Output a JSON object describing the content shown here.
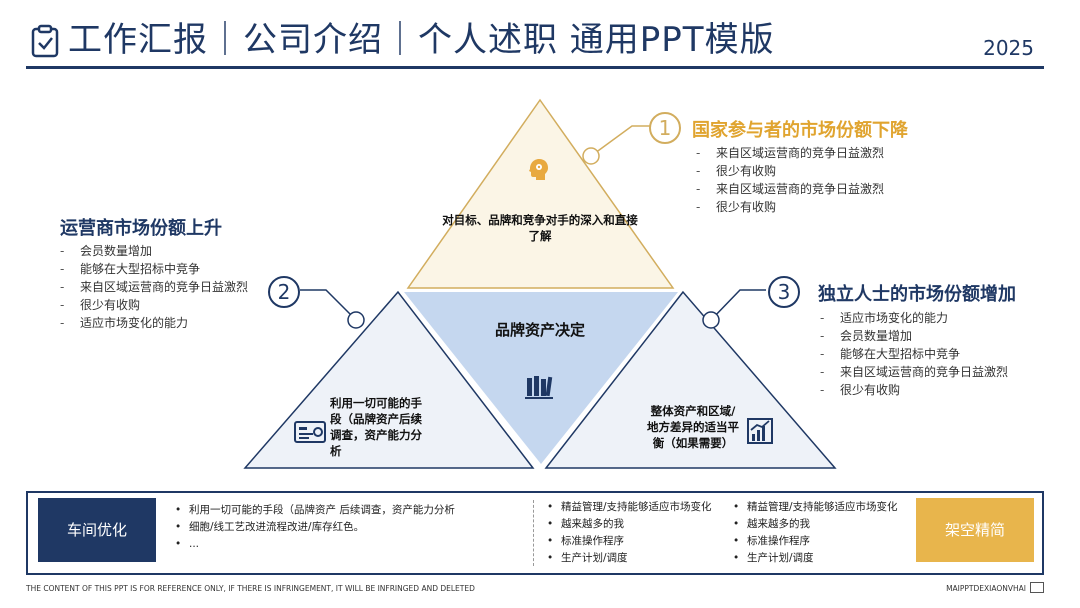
{
  "header": {
    "title": "工作汇报｜公司介绍｜个人述职 通用PPT模版",
    "year": "2025"
  },
  "sections": {
    "s1": {
      "number": "1",
      "title": "国家参与者的市场份额下降",
      "bullets": [
        "来自区域运营商的竞争日益激烈",
        "很少有收购",
        "来自区域运营商的竞争日益激烈",
        "很少有收购"
      ]
    },
    "s2": {
      "number": "2",
      "title": "运营商市场份额上升",
      "bullets": [
        "会员数量增加",
        "能够在大型招标中竞争",
        "来自区域运营商的竞争日益激烈",
        "很少有收购",
        "适应市场变化的能力"
      ]
    },
    "s3": {
      "number": "3",
      "title": "独立人士的市场份额增加",
      "bullets": [
        "适应市场变化的能力",
        "会员数量增加",
        "能够在大型招标中竞争",
        "来自区域运营商的竞争日益激烈",
        "很少有收购"
      ]
    }
  },
  "triangles": {
    "top_text": "对目标、品牌和竞争对手的深入和直接了解",
    "center_text": "品牌资产决定",
    "left_text": "利用一切可能的手段（品牌资产后续调查，资产能力分析",
    "right_text": "整体资产和区域/地方差异的适当平衡（如果需要）"
  },
  "bottom": {
    "left_box": "车间优化",
    "right_box": "架空精简",
    "col1": [
      "利用一切可能的手段（品牌资产 后续调查，资产能力分析",
      "细胞/线工艺改进流程改进/库存红色。",
      "..."
    ],
    "col2": [
      "精益管理/支持能够适应市场变化",
      "越来越多的我",
      "标准操作程序",
      "生产计划/调度"
    ],
    "col3": [
      "精益管理/支持能够适应市场变化",
      "越来越多的我",
      "标准操作程序",
      "生产计划/调度"
    ]
  },
  "footer": {
    "left": "THE CONTENT OF THIS PPT IS FOR REFERENCE ONLY, IF THERE IS INFRINGEMENT, IT WILL BE INFRINGED AND DELETED",
    "right": "MAIPPTDEXIAONVHAI"
  },
  "colors": {
    "navy": "#1f3864",
    "gold": "#e0a42f",
    "light_blue": "#c5d7ef",
    "pale_blue": "#eef2f8",
    "pale_gold": "#fbf5e6"
  }
}
